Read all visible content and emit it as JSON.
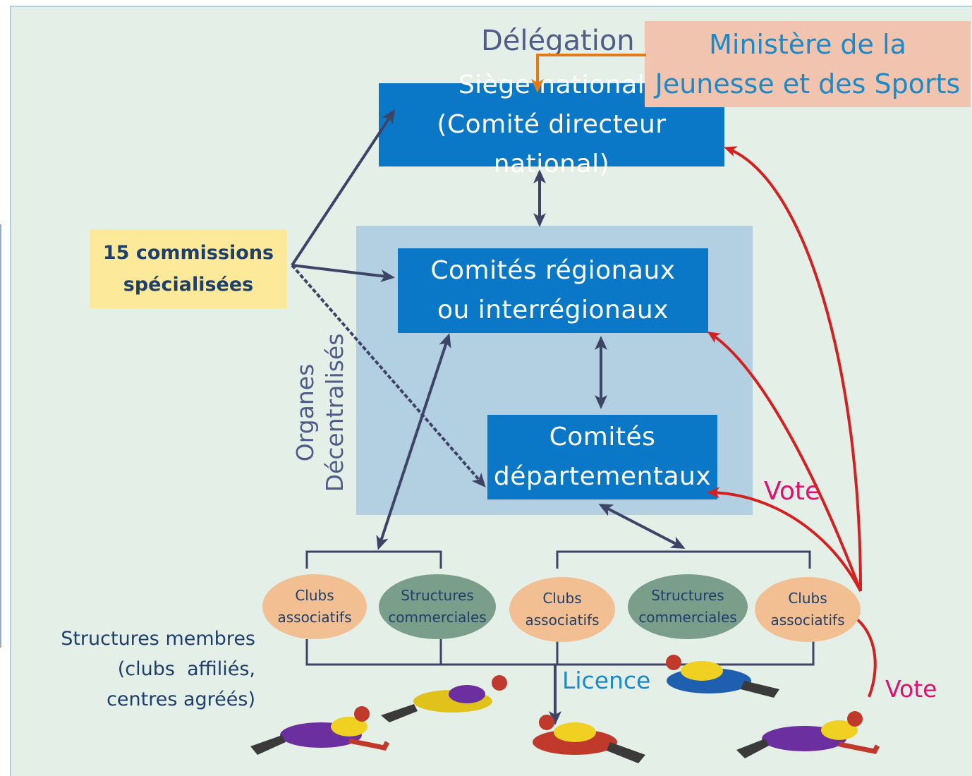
{
  "labels": {
    "delegation": "Délégation",
    "ministere_line1": "Ministère de la",
    "ministere_line2": "Jeunesse et des Sports",
    "siege_line1": "Siège national",
    "siege_line2": "(Comité directeur national)",
    "commissions_line1": "15 commissions",
    "commissions_line2": "spécialisées",
    "regionaux_line1": "Comités régionaux",
    "regionaux_line2": "ou interrégionaux",
    "departementaux_line1": "Comités",
    "departementaux_line2": "départementaux",
    "organes_line1": "Organes",
    "organes_line2": "Décentralisés",
    "vote_1": "Vote",
    "vote_2": "Vote",
    "licence": "Licence",
    "structures_line1": "Structures membres",
    "structures_line2": "(clubs  affiliés,",
    "structures_line3": "centres agréés)"
  },
  "members": [
    {
      "line1": "Clubs",
      "line2": "associatifs",
      "kind": "club"
    },
    {
      "line1": "Structures",
      "line2": "commerciales",
      "kind": "commercial"
    },
    {
      "line1": "Clubs",
      "line2": "associatifs",
      "kind": "club"
    },
    {
      "line1": "Structures",
      "line2": "commerciales",
      "kind": "commercial"
    },
    {
      "line1": "Clubs",
      "line2": "associatifs",
      "kind": "club"
    }
  ],
  "divers_icon": "scuba-diver-icon",
  "colors": {
    "national_box": "#0a78c6",
    "ministere_box": "#f1c4b0",
    "commissions_box": "#fcea9a",
    "decentralised_panel": "#b3cfe2",
    "vote_arrow": "#d42020",
    "vote_text": "#e0106e",
    "delegation_arrow": "#e07a1a",
    "arrow": "#3d4466"
  }
}
